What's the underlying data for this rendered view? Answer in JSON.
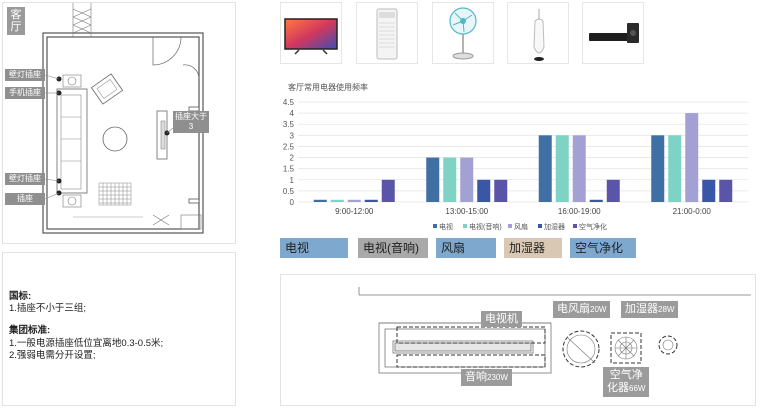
{
  "room": {
    "label": "客厅"
  },
  "floor_tags": {
    "wall_light": "壁灯插座",
    "phone": "手机插座",
    "socket_big": "插座大于3",
    "wall_light_2": "壁灯插座",
    "socket": "插座"
  },
  "standards": {
    "national_title": "国标:",
    "national_1": "1.插座不小于三组;",
    "group_title": "集团标准:",
    "group_1": "1.一般电源插座低位宜离地0.3-0.5米;",
    "group_2": "2.强弱电需分开设置;"
  },
  "appliance_thumbs": [
    "tv-icon",
    "air-purifier-icon",
    "fan-icon",
    "humidifier-icon",
    "soundbar-icon"
  ],
  "legend_buttons": [
    {
      "label": "电视",
      "color": "#7fa8cf"
    },
    {
      "label": "电视(音响)",
      "color": "#a9a9a9"
    },
    {
      "label": "风扇",
      "color": "#7fa8cf"
    },
    {
      "label": "加湿器",
      "color": "#d8c8b4"
    },
    {
      "label": "空气净化",
      "color": "#7fa8cf"
    }
  ],
  "device_tags": {
    "tv": "电视机",
    "fan": "电风扇",
    "fan_w": "20W",
    "humidifier": "加湿器",
    "humidifier_w": "28W",
    "speaker": "音响",
    "speaker_w": "230W",
    "purifier_1": "空气净",
    "purifier_2": "化器",
    "purifier_w": "66W"
  },
  "chart_data": {
    "type": "bar",
    "title": "客厅常用电器使用频率",
    "categories": [
      "9:00-12:00",
      "13:00-15:00",
      "16:00-19:00",
      "21:00-0:00"
    ],
    "ylim": [
      0,
      4.5
    ],
    "yticks": [
      "0",
      "0.5",
      "1",
      "1.5",
      "2",
      "2.5",
      "3",
      "3.5",
      "4",
      "4.5"
    ],
    "grid": true,
    "legend_position": "bottom",
    "series": [
      {
        "name": "电视",
        "color": "#3f6fa3",
        "values": [
          0.1,
          2,
          3,
          3
        ]
      },
      {
        "name": "电视(音响)",
        "color": "#7fd3c4",
        "values": [
          0.1,
          2,
          3,
          3
        ]
      },
      {
        "name": "风扇",
        "color": "#a3a1d3",
        "values": [
          0.1,
          2,
          3,
          4
        ]
      },
      {
        "name": "加湿器",
        "color": "#3a56a6",
        "values": [
          0.1,
          1,
          0.1,
          1
        ]
      },
      {
        "name": "空气净化",
        "color": "#5a55a8",
        "values": [
          1,
          1,
          1,
          1
        ]
      }
    ]
  }
}
